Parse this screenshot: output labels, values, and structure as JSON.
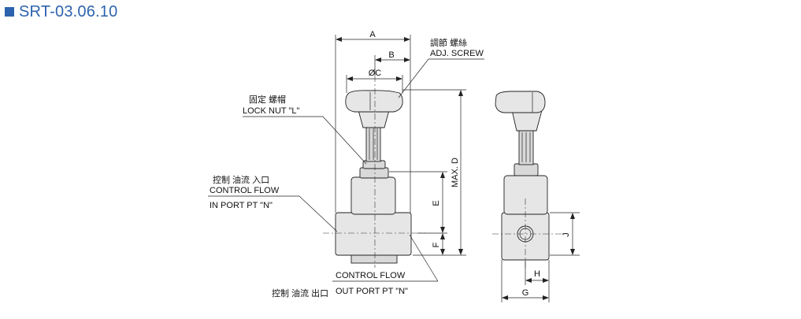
{
  "title": "SRT-03.06.10",
  "labels": {
    "adj_cn": "調節 螺絲",
    "adj_en": "ADJ. SCREW",
    "lock_cn": "固定 螺帽",
    "lock_en": "LOCK NUT \"L\"",
    "in_cn": "控制 油流 入口",
    "in_en1": "CONTROL FLOW",
    "in_en2": "IN PORT PT \"N\"",
    "out_en1": "CONTROL FLOW",
    "out_cn": "控制 油流 出口",
    "out_en2": "OUT PORT PT \"N\""
  },
  "dims": {
    "A": "A",
    "B": "B",
    "C": "ØC",
    "D": "MAX. D",
    "E": "E",
    "F": "F",
    "J": "J",
    "H": "H",
    "G": "G"
  },
  "colors": {
    "accent": "#2d63ae"
  }
}
